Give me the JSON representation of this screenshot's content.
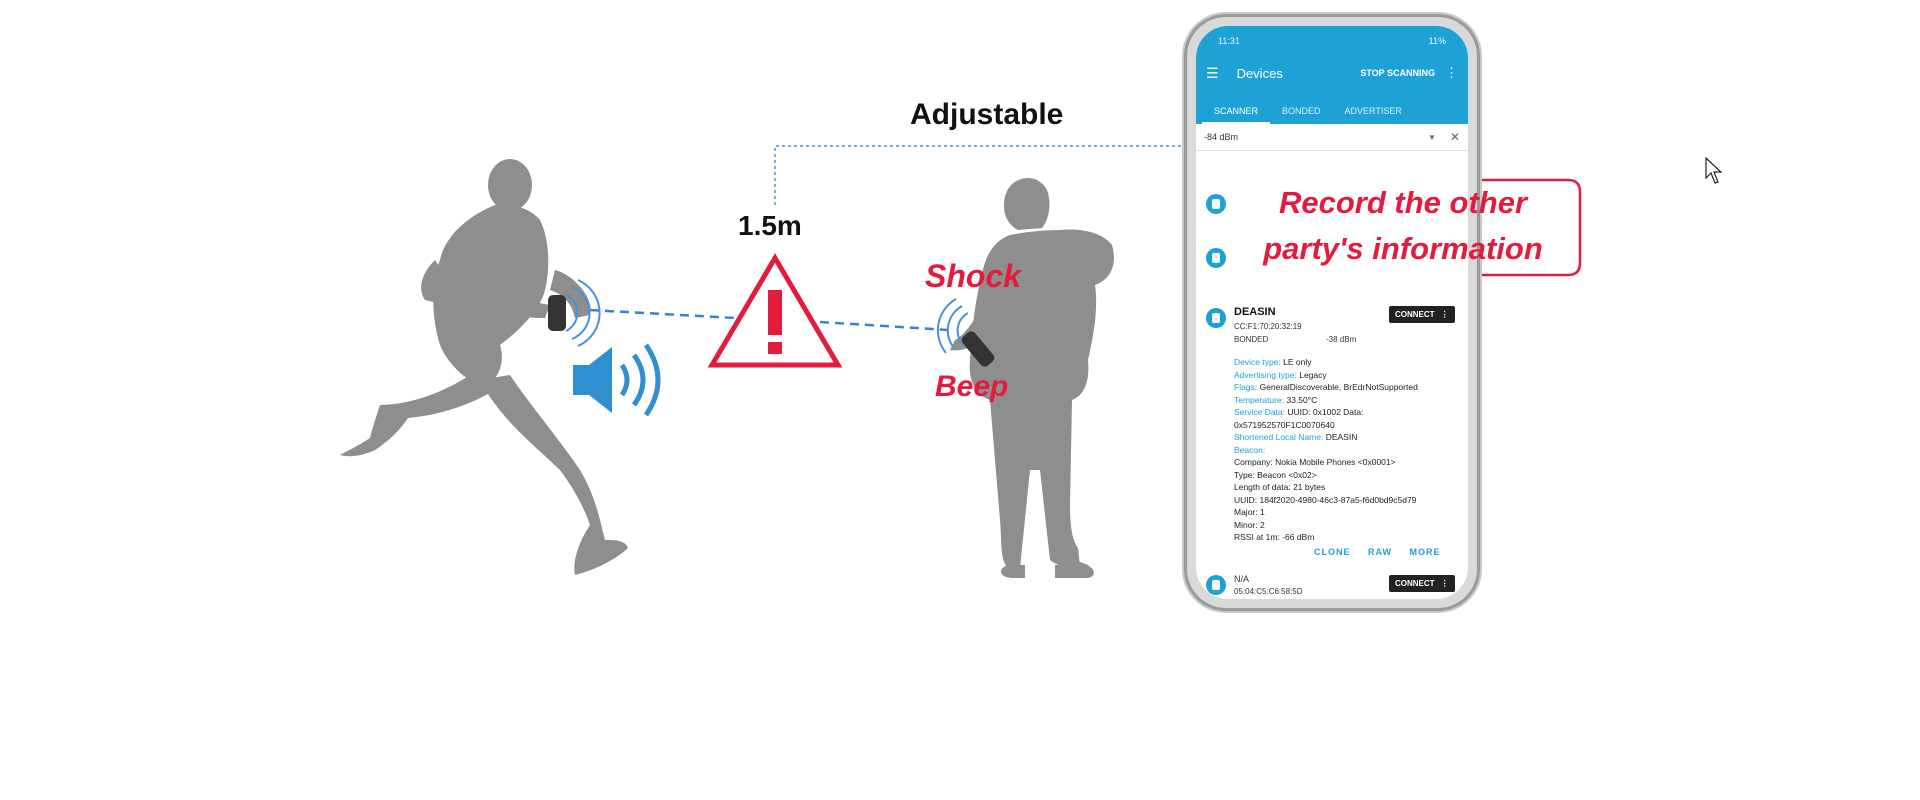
{
  "labels": {
    "adjustable": "Adjustable",
    "distance": "1.5m",
    "shock": "Shock",
    "beep": "Beep",
    "callout_line1": "Record the other",
    "callout_line2": "party's information"
  },
  "colors": {
    "accent_red": "#e31b3c",
    "app_blue": "#1ea2d6",
    "figure_gray": "#8e8e8e",
    "speaker_blue": "#2f8fd1",
    "dashed_line_blue": "#3a7fd6"
  },
  "icons": [
    "runner-figure",
    "standing-person-figure",
    "speaker-icon",
    "warning-triangle-icon",
    "wristband-device",
    "handheld-device",
    "mouse-cursor-icon"
  ],
  "phone": {
    "status_left": "11:31",
    "status_right": "11%",
    "app_title": "Devices",
    "stop_scanning": "STOP SCANNING",
    "tabs": [
      "SCANNER",
      "BONDED",
      "ADVERTISER"
    ],
    "filter_value": "-84 dBm",
    "device": {
      "name": "DEASIN",
      "mac": "CC:F1:70:20:32:19",
      "bond_status": "BONDED",
      "rssi": "-38 dBm",
      "connect_label": "CONNECT",
      "details": [
        {
          "key": "Device type:",
          "value": "LE only"
        },
        {
          "key": "Advertising type:",
          "value": "Legacy"
        },
        {
          "key": "Flags:",
          "value": "GeneralDiscoverable, BrEdrNotSupported"
        },
        {
          "key": "Temperature:",
          "value": "33.50°C"
        },
        {
          "key": "Service Data:",
          "value": "UUID: 0x1002 Data: 0x571952570F1C0070640"
        },
        {
          "key": "Shortened Local Name:",
          "value": "DEASIN"
        },
        {
          "key": "Beacon:",
          "value": ""
        },
        {
          "key": "",
          "value": "Company: Nokia Mobile Phones <0x0001>"
        },
        {
          "key": "",
          "value": "Type: Beacon <0x02>"
        },
        {
          "key": "",
          "value": "Length of data: 21 bytes"
        },
        {
          "key": "",
          "value": "UUID: 184f2020-4980-46c3-87a5-f6d0bd9c5d79"
        },
        {
          "key": "",
          "value": "Major: 1"
        },
        {
          "key": "",
          "value": "Minor: 2"
        },
        {
          "key": "",
          "value": "RSSI at 1m: -66 dBm"
        }
      ],
      "actions": [
        "CLONE",
        "RAW",
        "MORE"
      ]
    },
    "next_device": {
      "name": "N/A",
      "mac": "05:04:C5:C6:58:5D",
      "connect_label": "CONNECT"
    }
  }
}
